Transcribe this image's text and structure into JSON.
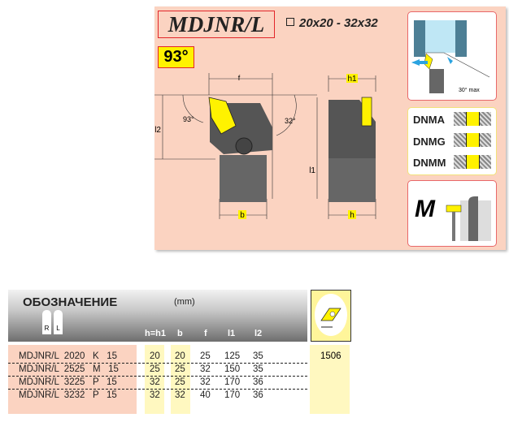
{
  "header": {
    "title": "MDJNR/L",
    "sizes": "20x20 - 32x32",
    "angle": "93°"
  },
  "drawing": {
    "f": "f",
    "h1": "h1",
    "b": "b",
    "h": "h",
    "l1": "l1",
    "l2": "l2",
    "angle_main": "93°",
    "angle_side": "32°",
    "max_angle": "30° max"
  },
  "inserts": [
    "DNMA",
    "DNMG",
    "DNMM"
  ],
  "clamp": "M",
  "table": {
    "title": "ОБОЗНАЧЕНИЕ",
    "unit": "(mm)",
    "hand_r": "R",
    "hand_l": "L",
    "columns": [
      "h=h1",
      "b",
      "f",
      "l1",
      "l2"
    ],
    "insert_code": "1506",
    "rows": [
      {
        "code": "MDJNR/L  2020   K   15",
        "h": "20",
        "b": "20",
        "f": "25",
        "l1": "125",
        "l2": "35"
      },
      {
        "code": "MDJNR/L  2525   M   15",
        "h": "25",
        "b": "25",
        "f": "32",
        "l1": "150",
        "l2": "35"
      },
      {
        "code": "MDJNR/L  3225   P   15",
        "h": "32",
        "b": "25",
        "f": "32",
        "l1": "170",
        "l2": "36"
      },
      {
        "code": "MDJNR/L  3232   P   15",
        "h": "32",
        "b": "32",
        "f": "40",
        "l1": "170",
        "l2": "36"
      }
    ]
  },
  "colors": {
    "pink": "#fbd3c1",
    "yellow": "#fff200",
    "red": "#e2262a"
  }
}
